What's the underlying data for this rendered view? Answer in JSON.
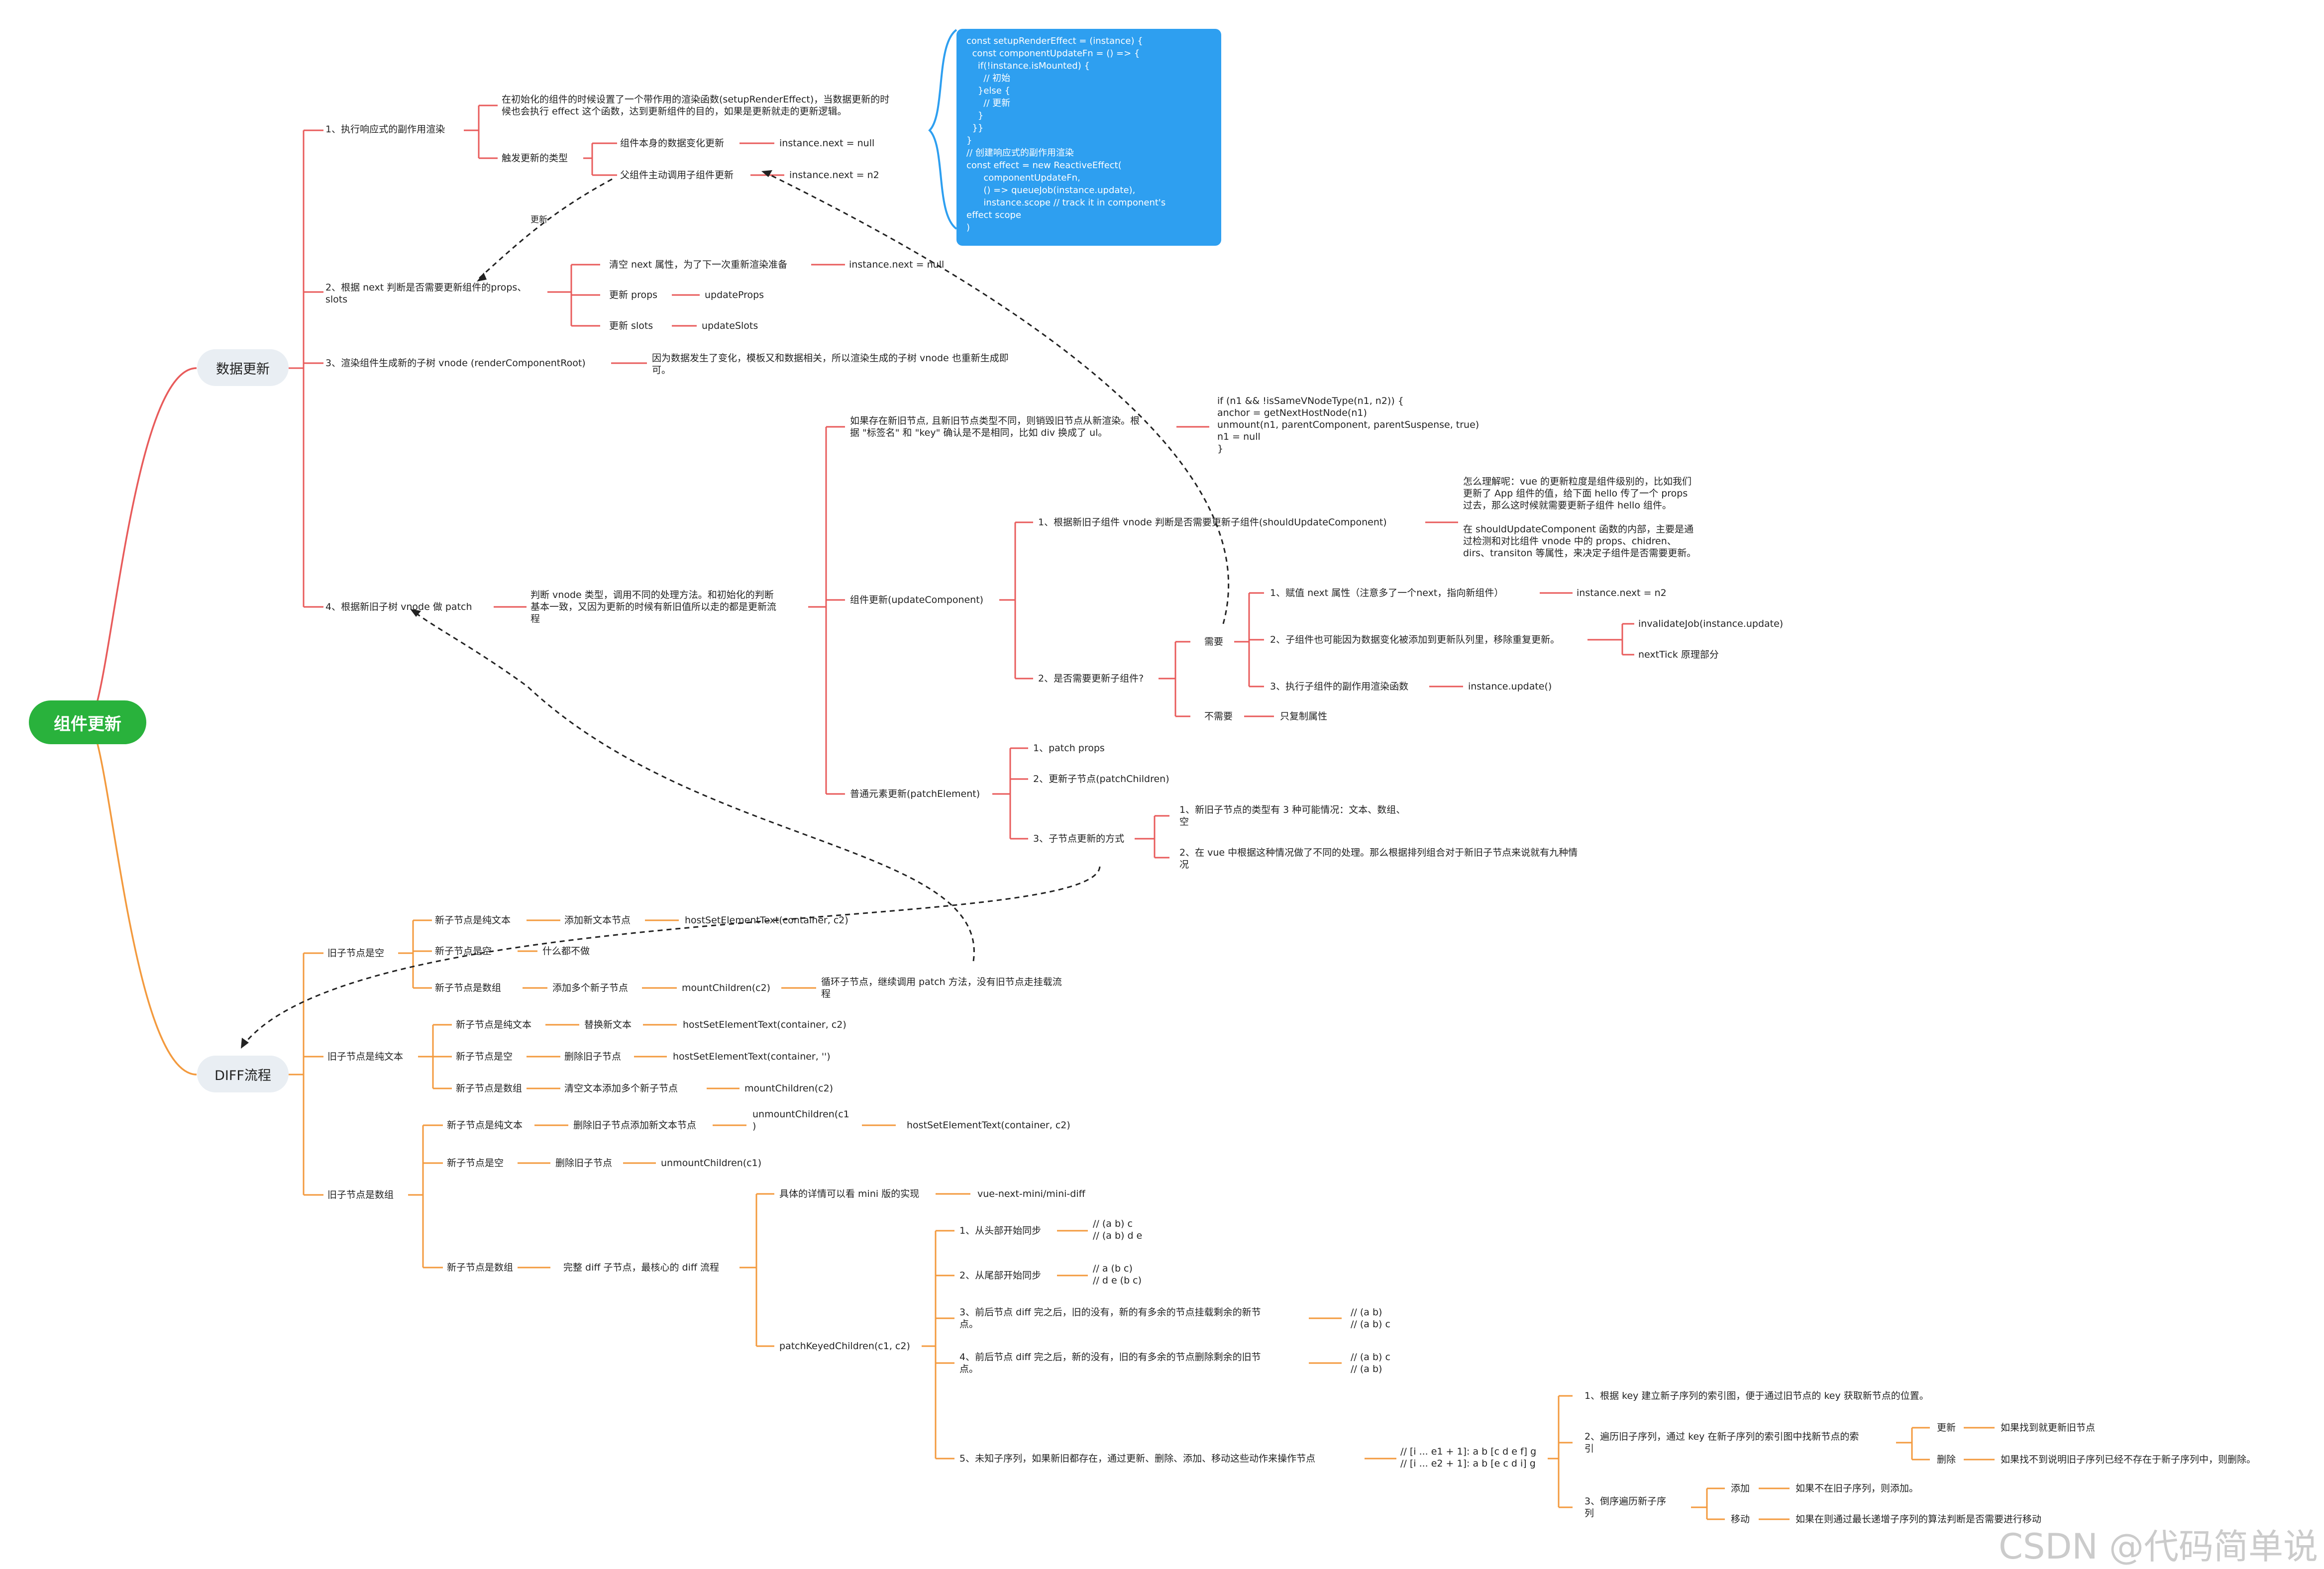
{
  "root": "组件更新",
  "cat_update": "数据更新",
  "cat_diff": "DIFF流程",
  "code_effect": "const setupRenderEffect = (instance) {\n  const componentUpdateFn = () => {\n    if(!instance.isMounted) {\n      // 初始\n    }else {\n      // 更新\n    }\n  }}\n}\n// 创建响应式的副作用渲染\nconst effect = new ReactiveEffect(\n      componentUpdateFn,\n      () => queueJob(instance.update),\n      instance.scope // track it in component's\neffect scope\n)",
  "code_same": "if (n1 && !isSameVNodeType(n1, n2)) {\n      anchor = getNextHostNode(n1)\n      unmount(n1, parentComponent, parentSuspense, true)\n      n1 = null\n}",
  "watermark": "CSDN @代码简单说",
  "update": {
    "s1": "1、执行响应式的副作用渲染",
    "s1_desc": "在初始化的组件的时候设置了一个带作用的渲染函数(setupRenderEffect)，当数据更新的时\n候也会执行 effect 这个函数，达到更新组件的目的，如果是更新就走的更新逻辑。",
    "s1_trigger": "触发更新的类型",
    "s1_t1": "组件本身的数据变化更新",
    "s1_t1v": "instance.next = null",
    "s1_t2": "父组件主动调用子组件更新",
    "s1_t2v": "instance.next = n2",
    "arrow_update": "更新",
    "s2": "2、根据 next 判断是否需要更新组件的props、\nslots",
    "s2_a": "清空 next 属性，为了下一次重新渲染准备",
    "s2_av": "instance.next = null",
    "s2_b": "更新 props",
    "s2_bv": "updateProps",
    "s2_c": "更新 slots",
    "s2_cv": "updateSlots",
    "s3": "3、渲染组件生成新的子树 vnode (renderComponentRoot)",
    "s3_desc": "因为数据发生了变化，模板又和数据相关，所以渲染生成的子树 vnode 也重新生成即\n可。",
    "s4": "4、根据新旧子树 vnode 做 patch",
    "s4_desc": "判断 vnode 类型，调用不同的处理方法。和初始化的判断\n基本一致，又因为更新的时候有新旧值所以走的都是更新流\n程",
    "p1": "如果存在新旧节点, 且新旧节点类型不同，则销毁旧节点从新渲染。根\n据 \"标签名\" 和 \"key\" 确认是不是相同，比如 div 换成了 ul。",
    "p2": "组件更新(updateComponent)",
    "p2_a": "1、根据新旧子组件 vnode 判断是否需要更新子组件(shouldUpdateComponent)",
    "p2_a_desc": "怎么理解呢：vue 的更新粒度是组件级别的，比如我们\n更新了 App 组件的值，给下面 hello 传了一个 props\n过去，那么这时候就需要更新子组件 hello 组件。\n\n在 shouldUpdateComponent 函数的内部，主要是通\n过检测和对比组件 vnode 中的 props、chidren、\ndirs、transiton 等属性，来决定子组件是否需要更新。",
    "p2_b": "2、是否需要更新子组件?",
    "need": "需要",
    "need1": "1、赋值 next 属性（注意多了一个next，指向新组件）",
    "need1v": "instance.next = n2",
    "need2": "2、子组件也可能因为数据变化被添加到更新队列里，移除重复更新。",
    "need2a": "invalidateJob(instance.update)",
    "need2b": "nextTick 原理部分",
    "need3": "3、执行子组件的副作用渲染函数",
    "need3v": "instance.update()",
    "noneed": "不需要",
    "noneedv": "只复制属性",
    "p3": "普通元素更新(patchElement)",
    "p3_a": "1、patch props",
    "p3_b": "2、更新子节点(patchChildren)",
    "p3_c": "3、子节点更新的方式",
    "p3_c1": "1、新旧子节点的类型有 3 种可能情况：文本、数组、\n空",
    "p3_c2": "2、在 vue 中根据这种情况做了不同的处理。那么根据排列组合对于新旧子节点来说就有九种情\n况"
  },
  "diff": {
    "old_empty": "旧子节点是空",
    "e1": "新子节点是纯文本",
    "e1a": "添加新文本节点",
    "e1b": "hostSetElementText(container, c2)",
    "e2": "新子节点是空",
    "e2a": "什么都不做",
    "e3": "新子节点是数组",
    "e3a": "添加多个新子节点",
    "e3b": "mountChildren(c2)",
    "e3c": "循环子节点，继续调用 patch 方法，没有旧节点走挂载流\n程",
    "old_text": "旧子节点是纯文本",
    "t1": "新子节点是纯文本",
    "t1a": "替换新文本",
    "t1b": "hostSetElementText(container, c2)",
    "t2": "新子节点是空",
    "t2a": "删除旧子节点",
    "t2b": "hostSetElementText(container, '')",
    "t3": "新子节点是数组",
    "t3a": "清空文本添加多个新子节点",
    "t3b": "mountChildren(c2)",
    "old_arr": "旧子节点是数组",
    "a1": "新子节点是纯文本",
    "a1a": "删除旧子节点添加新文本节点",
    "a1b": "unmountChildren(c1\n)",
    "a1c": "hostSetElementText(container, c2)",
    "a2": "新子节点是空",
    "a2a": "删除旧子节点",
    "a2b": "unmountChildren(c1)",
    "a3": "新子节点是数组",
    "a3a": "完整 diff 子节点，最核心的 diff 流程",
    "mini": "具体的详情可以看 mini 版的实现",
    "mini_v": "vue-next-mini/mini-diff",
    "pk": "patchKeyedChildren(c1, c2)",
    "k1": "1、从头部开始同步",
    "k1v": "// (a b) c\n// (a b) d e",
    "k2": "2、从尾部开始同步",
    "k2v": "// a (b c)\n// d e (b c)",
    "k3": "3、前后节点 diff 完之后，旧的没有，新的有多余的节点挂载剩余的新节\n点。",
    "k3v": "// (a b)\n// (a b) c",
    "k4": "4、前后节点 diff 完之后，新的没有，旧的有多余的节点删除剩余的旧节\n点。",
    "k4v": "// (a b) c\n// (a b)",
    "k5": "5、未知子序列，如果新旧都存在，通过更新、删除、添加、移动这些动作来操作节点",
    "k5v": "// [i ... e1 + 1]: a b [c d e f] g\n// [i ... e2 + 1]: a b [e c d i] g",
    "u1": "1、根据 key 建立新子序列的索引图，便于通过旧节点的 key 获取新节点的位置。",
    "u2": "2、遍历旧子序列，通过 key 在新子序列的索引图中找新节点的索\n引",
    "u2a": "更新",
    "u2av": "如果找到就更新旧节点",
    "u2b": "删除",
    "u2bv": "如果找不到说明旧子序列已经不存在于新子序列中，则删除。",
    "u3": "3、倒序遍历新子序\n列",
    "u3a": "添加",
    "u3av": "如果不在旧子序列，则添加。",
    "u3b": "移动",
    "u3bv": "如果在则通过最长递增子序列的算法判断是否需要进行移动"
  },
  "colors": {
    "red": "#e85b5b",
    "orange": "#f39a3e",
    "green": "#29b23c",
    "blue": "#2e9ff0"
  }
}
